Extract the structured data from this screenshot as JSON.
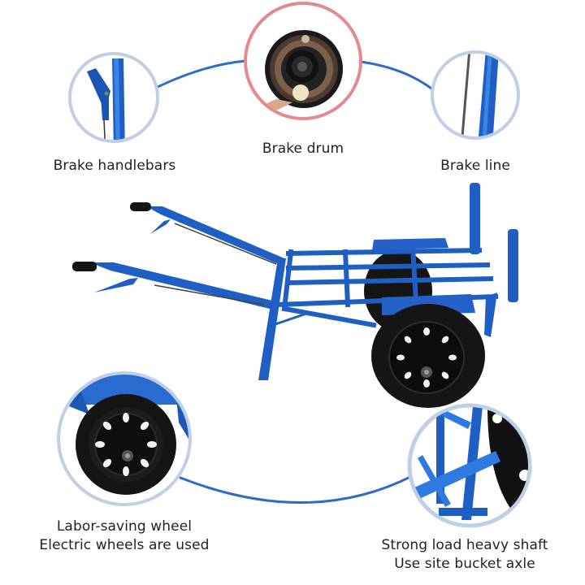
{
  "colors": {
    "background": "#ffffff",
    "cart_blue": "#1f5fc4",
    "cart_blue_light": "#2f7ae0",
    "connector_line": "#2f6bc9",
    "circle_border_blue": "#bfd0e6",
    "circle_border_red": "#e38a8f",
    "tire_black": "#151515",
    "text": "#222222"
  },
  "callouts": [
    {
      "id": "brake-handlebars",
      "lines": [
        "Brake handlebars"
      ],
      "icon": "brake-lever-closeup"
    },
    {
      "id": "brake-drum",
      "lines": [
        "Brake drum"
      ],
      "icon": "brake-drum-closeup"
    },
    {
      "id": "brake-line",
      "lines": [
        "Brake line"
      ],
      "icon": "brake-cable-closeup"
    },
    {
      "id": "labor-saving-wheel",
      "lines": [
        "Labor-saving wheel",
        "Electric wheels are used"
      ],
      "icon": "wheel-closeup"
    },
    {
      "id": "heavy-shaft",
      "lines": [
        "Strong load heavy shaft",
        "Use site bucket axle"
      ],
      "icon": "axle-closeup"
    }
  ],
  "product": {
    "name": "two-wheel-brake-cart",
    "icon": "wheelbarrow-cart"
  }
}
